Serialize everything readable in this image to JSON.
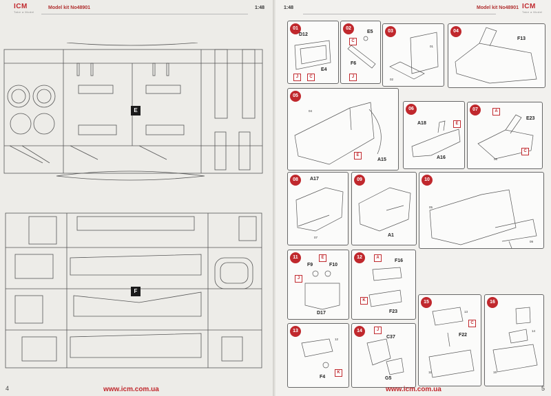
{
  "left_page": {
    "logo": "ICM",
    "logo_tagline": "Take a Model",
    "kit_label": "Model kit No48901",
    "scale": "1:48",
    "page_number": "4",
    "website": "www.icm.com.ua",
    "sprues": [
      {
        "label": "E"
      },
      {
        "label": "F"
      }
    ]
  },
  "right_page": {
    "logo": "ICM",
    "logo_tagline": "Take a Model",
    "kit_label": "Model kit No48901",
    "scale": "1:48",
    "page_number": "5",
    "website": "www.icm.com.ua",
    "steps": [
      {
        "num": "01",
        "labels": [
          "D12",
          "E4"
        ],
        "boxes": [
          "J",
          "C"
        ]
      },
      {
        "num": "02",
        "labels": [
          "E5",
          "F6"
        ],
        "boxes": [
          "C",
          "J"
        ]
      },
      {
        "num": "03",
        "labels": [],
        "boxes": [],
        "refs": [
          "01",
          "02"
        ]
      },
      {
        "num": "04",
        "labels": [
          "F13"
        ],
        "boxes": []
      },
      {
        "num": "05",
        "labels": [
          "A15"
        ],
        "boxes": [
          "E"
        ],
        "refs": [
          "04"
        ]
      },
      {
        "num": "06",
        "labels": [
          "A18",
          "A16"
        ],
        "boxes": [
          "E"
        ]
      },
      {
        "num": "07",
        "labels": [
          "E23"
        ],
        "boxes": [
          "A",
          "C"
        ],
        "refs": [
          "06"
        ]
      },
      {
        "num": "08",
        "labels": [
          "A17"
        ],
        "boxes": [],
        "refs": [
          "07"
        ]
      },
      {
        "num": "09",
        "labels": [
          "A1"
        ],
        "boxes": []
      },
      {
        "num": "10",
        "labels": [],
        "boxes": [],
        "refs": [
          "05",
          "09"
        ]
      },
      {
        "num": "11",
        "labels": [
          "F9",
          "F10",
          "D17"
        ],
        "boxes": [
          "E",
          "J"
        ]
      },
      {
        "num": "12",
        "labels": [
          "F16",
          "F23"
        ],
        "boxes": [
          "A",
          "K"
        ]
      },
      {
        "num": "13",
        "labels": [
          "F4"
        ],
        "boxes": [
          "K"
        ],
        "refs": [
          "12"
        ]
      },
      {
        "num": "14",
        "labels": [
          "C37",
          "G5"
        ],
        "boxes": [
          "J"
        ]
      },
      {
        "num": "15",
        "labels": [
          "F22"
        ],
        "boxes": [
          "C"
        ],
        "refs": [
          "13",
          "11"
        ]
      },
      {
        "num": "16",
        "labels": [],
        "boxes": [],
        "refs": [
          "14",
          "15"
        ]
      }
    ]
  }
}
